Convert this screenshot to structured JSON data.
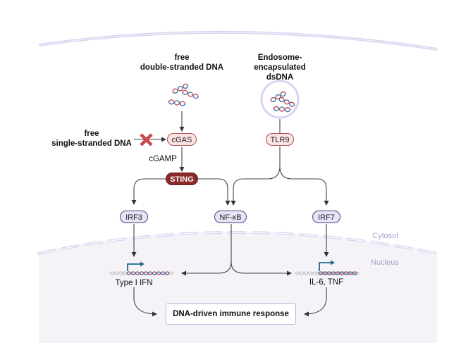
{
  "inputs": {
    "dsdna_free": {
      "line1": "free",
      "line2": "double-stranded DNA"
    },
    "endosome": {
      "line1": "Endosome-",
      "line2": "encapsulated",
      "line3": "dsDNA"
    },
    "ssdna_free": {
      "line1": "free",
      "line2": "single-stranded DNA",
      "blocked_icon": "x-mark-icon"
    }
  },
  "nodes": {
    "cgas": "cGAS",
    "cgamp": "cGAMP",
    "sting": "STING",
    "tlr9": "TLR9",
    "irf3": "IRF3",
    "nfkb": "NF-κB",
    "irf7": "IRF7"
  },
  "genes": {
    "left": "Type I IFN",
    "right": "IL-6, TNF"
  },
  "regions": {
    "cytosol": "Cytosol",
    "nucleus": "Nucleus"
  },
  "outcome": "DNA-driven immune response",
  "colors": {
    "membrane": "#d9d3f0",
    "nucleus_fill": "#f5f2f8",
    "sensor_fill": "#fbe3e3",
    "sensor_border": "#b04a4a",
    "sting_fill": "#8b2a2a",
    "tf_fill": "#e6e4f7",
    "tf_border": "#4a4780",
    "promoter_arrow": "#1e6b8c",
    "dna_red": "#c0404a",
    "dna_blue": "#3a6ea8",
    "block_x": "#c84a4a"
  }
}
